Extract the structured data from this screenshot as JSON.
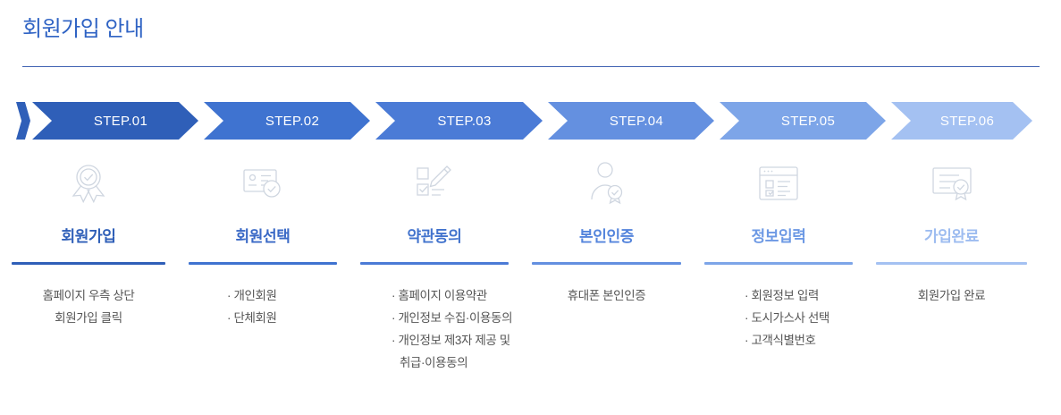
{
  "header": {
    "title": "회원가입 안내",
    "rule_color": "#3f62b2",
    "title_color": "#2f63c4"
  },
  "steps": [
    {
      "step_label": "STEP.01",
      "name": "회원가입",
      "icon": "award-ribbon-check-icon",
      "color": "#2f5fb8",
      "label_color": "#2f5fb8",
      "desc_align": "center",
      "desc_lines": [
        "홈페이지 우측 상단",
        "회원가입 클릭"
      ]
    },
    {
      "step_label": "STEP.02",
      "name": "회원선택",
      "icon": "id-card-check-icon",
      "color": "#3f73d0",
      "label_color": "#3a69c6",
      "desc_align": "bullets",
      "desc_lines": [
        "· 개인회원",
        "· 단체회원"
      ]
    },
    {
      "step_label": "STEP.03",
      "name": "약관동의",
      "icon": "checklist-pen-icon",
      "color": "#4b7bd6",
      "label_color": "#4273cd",
      "desc_align": "bullets",
      "desc_lines": [
        "· 홈페이지 이용약관",
        "· 개인정보 수집·이용동의",
        "· 개인정보 제3자 제공 및",
        "취급·이용동의"
      ]
    },
    {
      "step_label": "STEP.04",
      "name": "본인인증",
      "icon": "person-badge-icon",
      "color": "#6490e0",
      "label_color": "#5585dc",
      "desc_align": "center",
      "desc_lines": [
        "휴대폰 본인인증"
      ]
    },
    {
      "step_label": "STEP.05",
      "name": "정보입력",
      "icon": "form-window-icon",
      "color": "#7da5e8",
      "label_color": "#6d99e4",
      "desc_align": "bullets",
      "desc_lines": [
        "· 회원정보 입력",
        "· 도시가스사 선택",
        "· 고객식별번호"
      ]
    },
    {
      "step_label": "STEP.06",
      "name": "가입완료",
      "icon": "certificate-seal-icon",
      "color": "#a4c1f2",
      "label_color": "#9dbcf0",
      "desc_align": "center",
      "desc_lines": [
        "회원가입 완료"
      ]
    }
  ]
}
